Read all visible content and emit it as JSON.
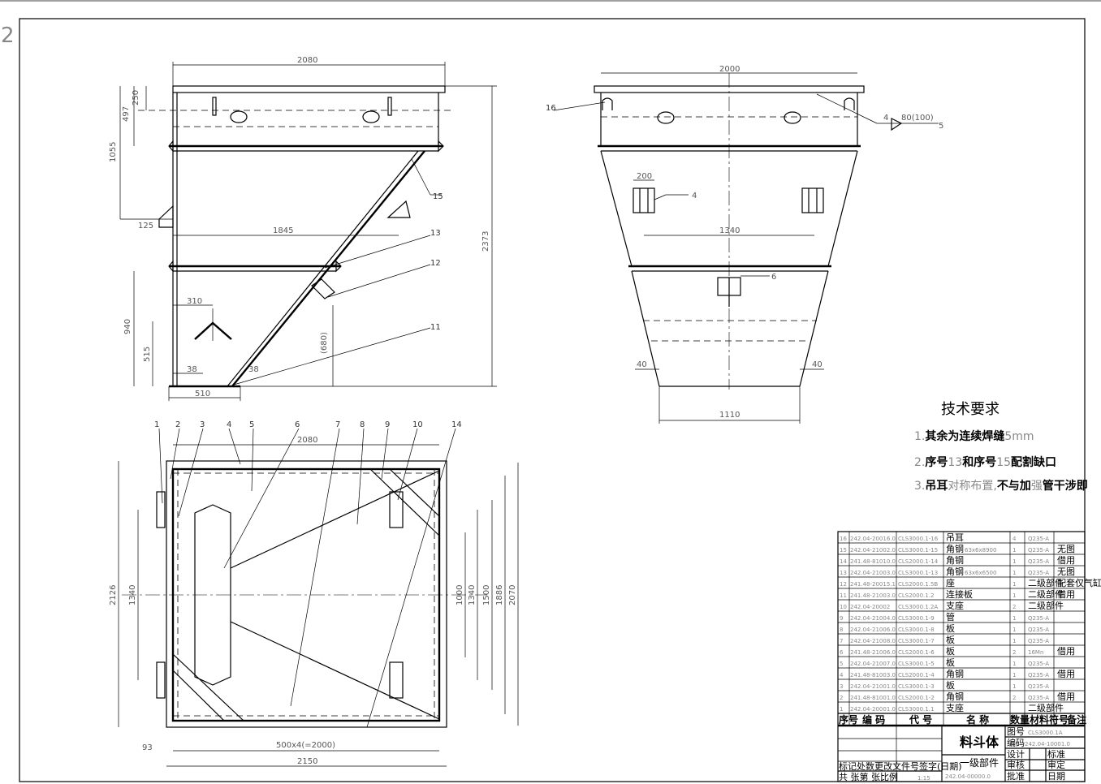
{
  "sheet_corner_label": "2",
  "front_view": {
    "dims": [
      "2080",
      "250",
      "497",
      "1055",
      "125",
      "1845",
      "2373",
      "310",
      "940",
      "515",
      "(680)",
      "38",
      "38",
      "510"
    ],
    "callouts": [
      "15",
      "13",
      "12",
      "11"
    ]
  },
  "side_view": {
    "dims": [
      "2000",
      "200",
      "1340",
      "40",
      "40",
      "1110"
    ],
    "callouts": [
      "16"
    ],
    "weld_note": "80(100)",
    "weld_sizes": [
      "4",
      "5",
      "4",
      "6"
    ]
  },
  "plan_view": {
    "dims": [
      "2080",
      "2126",
      "1340",
      "1000",
      "1340",
      "1500",
      "1886",
      "2070",
      "500x4(=2000)",
      "2150",
      "93"
    ],
    "callouts": [
      "1",
      "2",
      "3",
      "4",
      "5",
      "6",
      "7",
      "8",
      "9",
      "10",
      "14"
    ]
  },
  "tech": {
    "title": "技术要求",
    "notes": [
      {
        "prefix": "1.",
        "bold": "其余为连续焊缝",
        "tail": "5mm"
      },
      {
        "prefix": "2.",
        "bold": "序号",
        "tail": "13",
        "bold2": "和序号",
        "tail2": "15",
        "bold3": "配割缺口"
      },
      {
        "prefix": "3.",
        "bold": "吊耳",
        "tail": "对称布置,",
        "bold2": "不与加",
        "tail2": "强",
        "bold3": "管干涉即"
      }
    ]
  },
  "bom": {
    "rows": [
      {
        "no": "16",
        "code": "242.04-20016.0",
        "dh": "CLS3000.1-16",
        "name": "吊耳",
        "qty": "4",
        "mat": "Q235-A",
        "note": ""
      },
      {
        "no": "15",
        "code": "242.04-21002.0",
        "dh": "CLS3000.1-15",
        "name": "角钢",
        "spec": "63x6x8900",
        "qty": "1",
        "mat": "Q235-A",
        "note": "无图"
      },
      {
        "no": "14",
        "code": "241.48-81010.0",
        "dh": "CLS2000.1-14",
        "name": "角钢",
        "qty": "1",
        "mat": "Q235-A",
        "note": "借用"
      },
      {
        "no": "13",
        "code": "242.04-21003.0",
        "dh": "CLS3000.1-13",
        "name": "角钢",
        "spec": "63x6x6500",
        "qty": "1",
        "mat": "Q235-A",
        "note": "无图"
      },
      {
        "no": "12",
        "code": "241.48-20015.1",
        "dh": "CLS2000.1.5B",
        "name": "座",
        "qty": "1",
        "mat": "二级部件",
        "note": "配套仅气缸"
      },
      {
        "no": "11",
        "code": "241.48-21003.0",
        "dh": "CLS2000.1.2",
        "name": "连接板",
        "qty": "1",
        "mat": "二级部件",
        "note": "借用"
      },
      {
        "no": "10",
        "code": "242.04-20002",
        "dh": "CLS3000.1.2A",
        "name": "支座",
        "qty": "2",
        "mat": "二级部件",
        "note": ""
      },
      {
        "no": "9",
        "code": "242.04-21004.0",
        "dh": "CLS3000.1-9",
        "name": "管",
        "qty": "1",
        "mat": "Q235-A",
        "note": ""
      },
      {
        "no": "8",
        "code": "242.04-21006.0",
        "dh": "CLS3000.1-8",
        "name": "板",
        "qty": "1",
        "mat": "Q235-A",
        "note": ""
      },
      {
        "no": "7",
        "code": "242.04-21008.0",
        "dh": "CLS3000.1-7",
        "name": "板",
        "qty": "1",
        "mat": "Q235-A",
        "note": ""
      },
      {
        "no": "6",
        "code": "241.48-21006.0",
        "dh": "CLS2000.1-6",
        "name": "板",
        "qty": "2",
        "mat": "16Mn",
        "note": "借用"
      },
      {
        "no": "5",
        "code": "242.04-21007.0",
        "dh": "CLS3000.1-5",
        "name": "板",
        "qty": "1",
        "mat": "Q235-A",
        "note": ""
      },
      {
        "no": "4",
        "code": "241.48-81003.0",
        "dh": "CLS2000.1-4",
        "name": "角钢",
        "qty": "1",
        "mat": "Q235-A",
        "note": "借用"
      },
      {
        "no": "3",
        "code": "242.04-21001.0",
        "dh": "CLS3000.1-3",
        "name": "板",
        "qty": "1",
        "mat": "Q235-A",
        "note": ""
      },
      {
        "no": "2",
        "code": "241.48-81001.0",
        "dh": "CLS2000.1-2",
        "name": "角钢",
        "qty": "2",
        "mat": "Q235-A",
        "note": "借用"
      },
      {
        "no": "1",
        "code": "242.04-20001.0",
        "dh": "CLS3000.1.1",
        "name": "支座",
        "qty": "",
        "mat": "二级部件",
        "note": ""
      }
    ],
    "header": {
      "no": "序号",
      "code": "编 码",
      "dh": "代 号",
      "name": "名 称",
      "qty": "数量",
      "mat": "材料",
      "mark": "符号",
      "note": "备注"
    },
    "title_block": {
      "part_name": "料斗体",
      "level": "一级部件",
      "tuhao_label": "图号",
      "tuhao": "CLS3000.1A",
      "bianma_label": "编码",
      "bianma": "242.04-10001.0",
      "code_bottom": "242.04-00000.0",
      "sheji": "设计",
      "shenhe": "审核",
      "pizhun": "批准",
      "biaozhun": "标准",
      "shending": "审定",
      "riqi": "日期",
      "revision_row": "标记处数更改文件号签字(日期)",
      "sheets_row": "共  张第  张比例",
      "scale": "1:15"
    }
  }
}
